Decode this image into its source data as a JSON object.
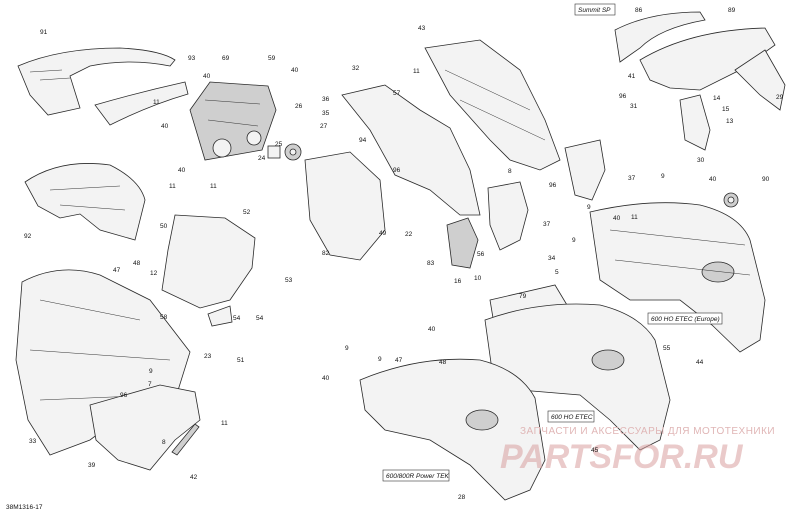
{
  "drawing_number": "38M1316-17",
  "variant_labels": {
    "summit": "Summit SP",
    "europe": "600 HO ETEC (Europe)",
    "ho_etec": "600 HO ETEC",
    "power_tek": "600/800R Power TEK"
  },
  "watermark": {
    "tagline": "ЗАПЧАСТИ И АКСЕССУАРЫ ДЛЯ МОТОТЕХНИКИ",
    "brand": "PARTSFOR.RU"
  },
  "callouts": [
    "91",
    "93",
    "69",
    "59",
    "40",
    "11",
    "40",
    "40",
    "26",
    "27",
    "24",
    "25",
    "40",
    "11",
    "11",
    "92",
    "50",
    "52",
    "48",
    "47",
    "12",
    "58",
    "53",
    "54",
    "23",
    "51",
    "33",
    "39",
    "42",
    "7",
    "96",
    "9",
    "11",
    "8",
    "36",
    "32",
    "43",
    "35",
    "57",
    "11",
    "94",
    "96",
    "82",
    "49",
    "22",
    "83",
    "16",
    "10",
    "56",
    "34",
    "79",
    "5",
    "55",
    "37",
    "9",
    "40",
    "90",
    "44",
    "86",
    "89",
    "41",
    "96",
    "31",
    "29",
    "14",
    "15",
    "13",
    "30",
    "48",
    "47",
    "40",
    "9",
    "28",
    "45",
    "8",
    "37",
    "9",
    "96",
    "40",
    "9",
    "11",
    "40",
    "9",
    "54"
  ]
}
